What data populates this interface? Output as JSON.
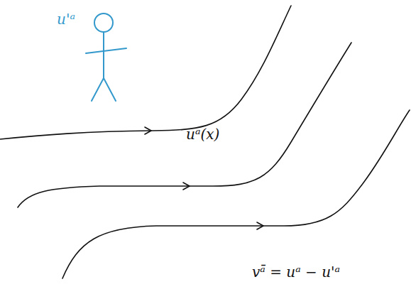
{
  "diagram": {
    "labels": [
      "u'ᵃ",
      "uᵃ(x)",
      "vᵃ̄ = uᵃ − u'ᵃ"
    ]
  }
}
